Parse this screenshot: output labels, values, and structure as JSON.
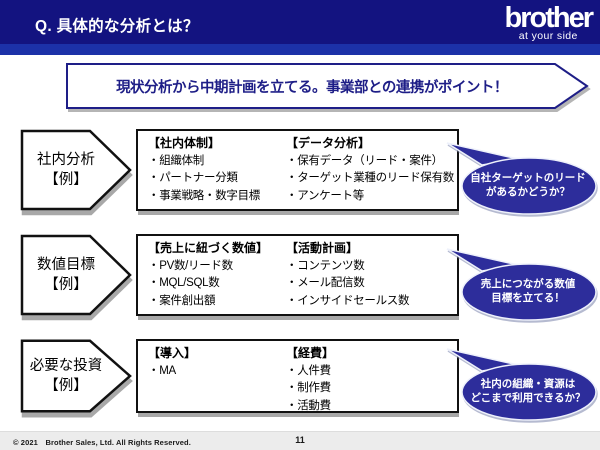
{
  "header": {
    "title": "Q. 具体的な分析とは？",
    "logo_text": "brother",
    "logo_tagline": "at your side"
  },
  "banner": {
    "text": "現状分析から中期計画を立てる。事業部との連携がポイント！"
  },
  "rows": [
    {
      "label_line1": "社内分析",
      "label_line2": "【例】",
      "columns": [
        {
          "heading": "【社内体制】",
          "items": [
            "・組織体制",
            "・パートナー分類",
            "・事業戦略・数字目標"
          ]
        },
        {
          "heading": "【データ分析】",
          "items": [
            "・保有データ（リード・案件）",
            "・ターゲット業種のリード保有数",
            "・アンケート等"
          ]
        }
      ],
      "bubble": {
        "line1": "自社ターゲットのリード",
        "line2": "があるかどうか？"
      }
    },
    {
      "label_line1": "数値目標",
      "label_line2": "【例】",
      "columns": [
        {
          "heading": "【売上に紐づく数値】",
          "items": [
            "・PV数/リード数",
            "・MQL/SQL数",
            "・案件創出額"
          ]
        },
        {
          "heading": "【活動計画】",
          "items": [
            "・コンテンツ数",
            "・メール配信数",
            "・インサイドセールス数"
          ]
        }
      ],
      "bubble": {
        "line1": "売上につながる数値",
        "line2": "目標を立てる！"
      }
    },
    {
      "label_line1": "必要な投資",
      "label_line2": "【例】",
      "columns": [
        {
          "heading": "【導入】",
          "items": [
            "・MA"
          ]
        },
        {
          "heading": "【経費】",
          "items": [
            "・人件費",
            "・制作費",
            "・活動費"
          ]
        }
      ],
      "bubble": {
        "line1": "社内の組織・資源は",
        "line2": "どこまで利用できるか？"
      }
    }
  ],
  "footer": {
    "copyright": "© 2021　Brother Sales, Ltd. All Rights Reserved.",
    "page_number": "11"
  },
  "colors": {
    "header_bg": "#131380",
    "header_strip": "#1C31A8",
    "navy": "#1E1E87",
    "bubble_fill": "#2D2D9B",
    "footer_bg": "#ECECEC"
  }
}
